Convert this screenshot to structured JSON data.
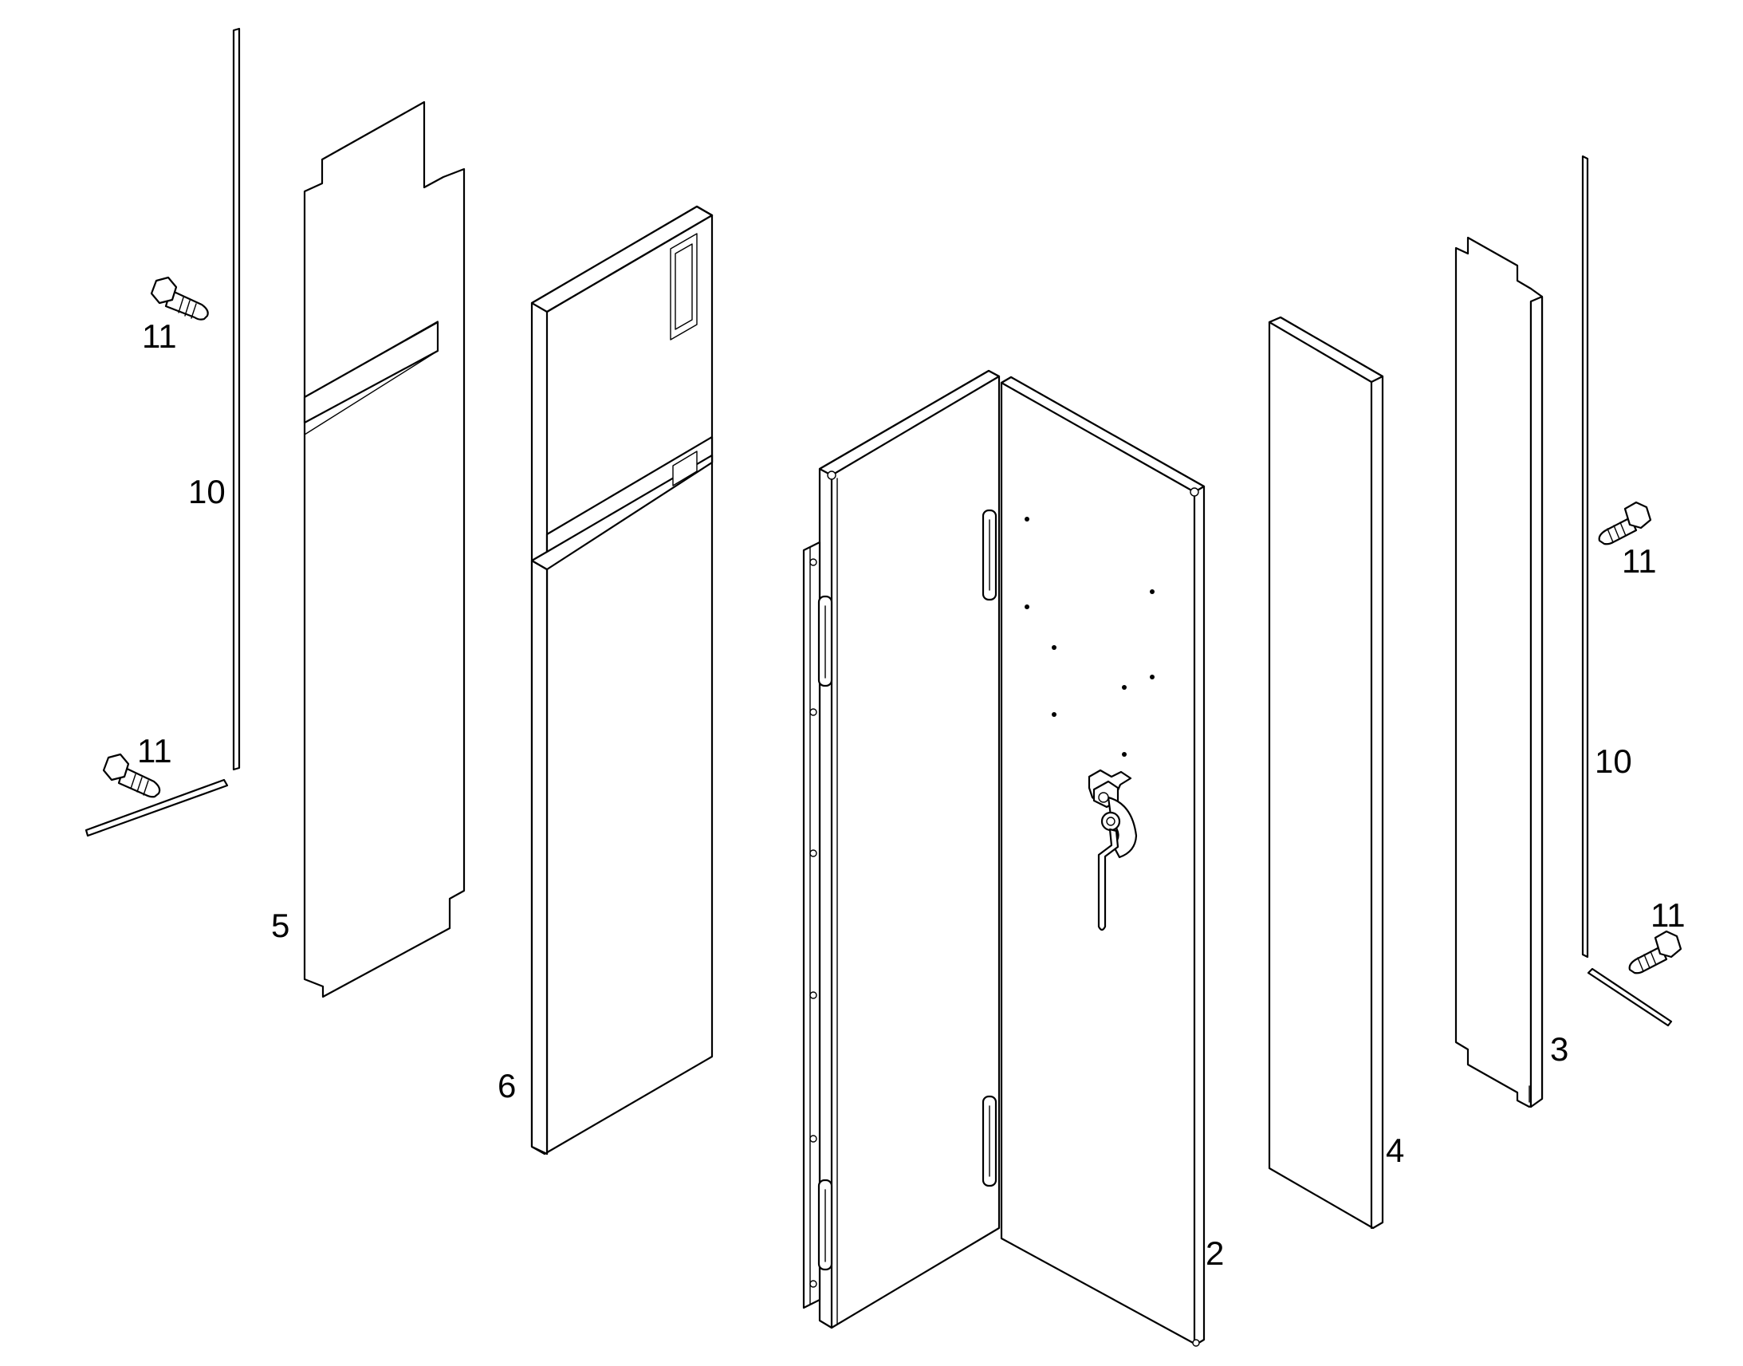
{
  "callouts": {
    "p11_tl": "11",
    "p10_left": "10",
    "p11_bl": "11",
    "p5": "5",
    "p6": "6",
    "p2": "2",
    "p4": "4",
    "p3": "3",
    "p10_right": "10",
    "p11_tr": "11",
    "p11_br": "11"
  }
}
